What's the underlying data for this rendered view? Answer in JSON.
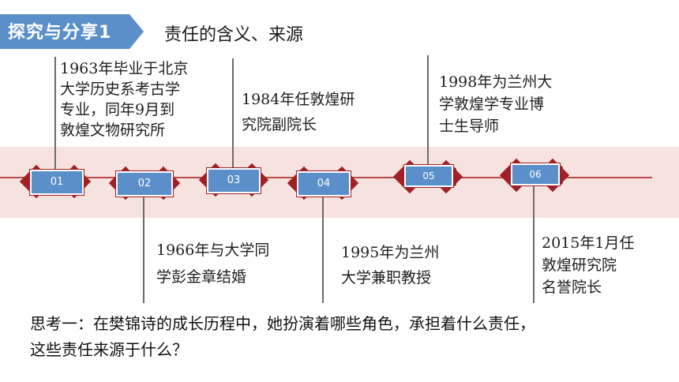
{
  "header": {
    "tag_label": "探究与分享1",
    "title": "责任的含义、来源"
  },
  "timeline": {
    "nodes": [
      {
        "label": "01",
        "lines": [
          "1963年毕业于北京",
          "大学历史系考古学",
          "专业，同年9月到",
          "敦煌文物研究所"
        ]
      },
      {
        "label": "02",
        "lines": [
          "1966年与大学同",
          "学彭金章结婚"
        ]
      },
      {
        "label": "03",
        "lines": [
          "1984年任敦煌研",
          "究院副院长"
        ]
      },
      {
        "label": "04",
        "lines": [
          "1995年为兰州",
          "大学兼职教授"
        ]
      },
      {
        "label": "05",
        "lines": [
          "1998年为兰州大",
          "学敦煌学专业博",
          "士生导师"
        ]
      },
      {
        "label": "06",
        "lines": [
          "2015年1月任",
          "敦煌研究院",
          "名誉院长"
        ]
      }
    ]
  },
  "question": {
    "line1": "思考一：在樊锦诗的成长历程中，她扮演着哪些角色，承担着什么责任，",
    "line2": "这些责任来源于什么？"
  },
  "colors": {
    "accent_blue": "#5b8fc9",
    "accent_red": "#a02025",
    "band": "#f6e3df"
  }
}
